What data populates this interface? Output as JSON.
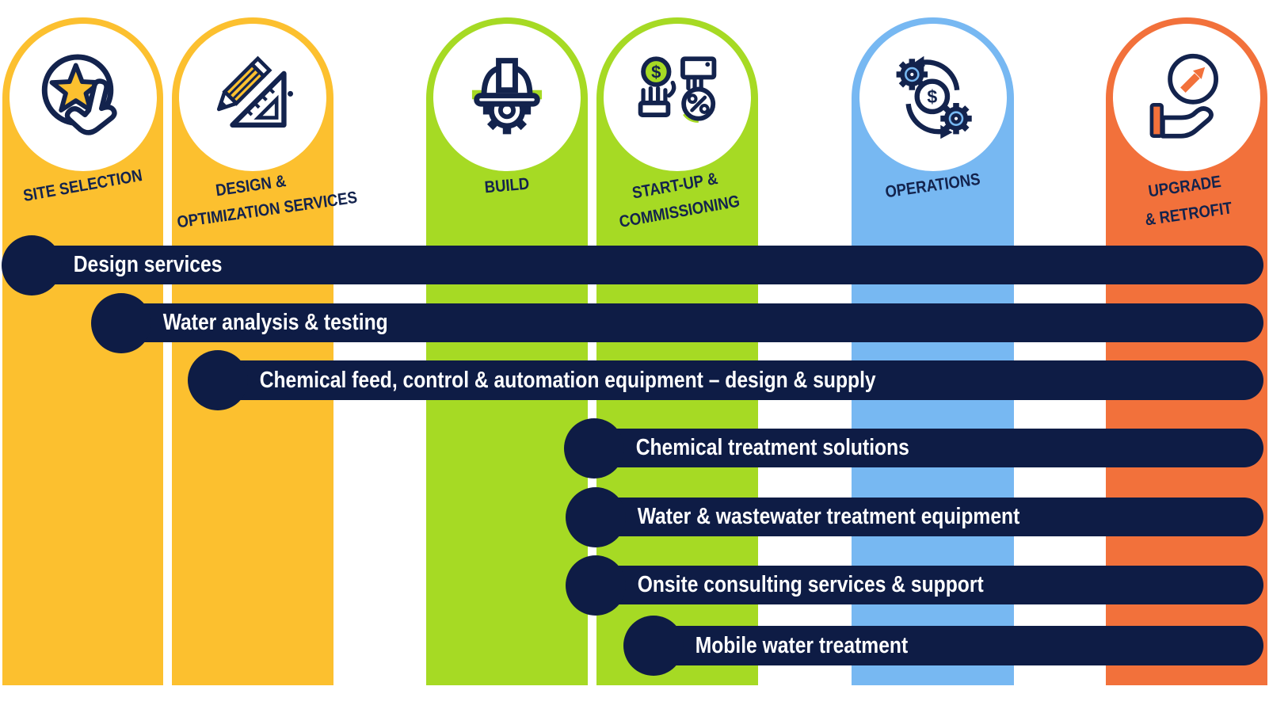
{
  "title": "Water treatment project lifecycle services diagram",
  "colors": {
    "column_yellow": "#FCC02F",
    "column_green": "#A6DA24",
    "column_blue": "#77B8F2",
    "column_orange": "#F2713B",
    "bar_navy": "#0E1C45",
    "label_navy": "#13234D",
    "bar_text_white": "#FFFFFF"
  },
  "columns": [
    {
      "id": "site-selection",
      "lines": [
        "SITE SELECTION"
      ],
      "color": "#FCC02F",
      "icon": "star-tap-icon"
    },
    {
      "id": "design-optimization",
      "lines": [
        "DESIGN &",
        "OPTIMIZATION SERVICES"
      ],
      "color": "#FCC02F",
      "icon": "pencil-ruler-icon"
    },
    {
      "id": "build",
      "lines": [
        "BUILD"
      ],
      "color": "#A6DA24",
      "icon": "hardhat-gear-icon"
    },
    {
      "id": "startup-commissioning",
      "lines": [
        "START-UP &",
        "COMMISSIONING"
      ],
      "color": "#A6DA24",
      "icon": "money-hands-icon"
    },
    {
      "id": "operations",
      "lines": [
        "OPERATIONS"
      ],
      "color": "#77B8F2",
      "icon": "gears-dollar-cycle-icon"
    },
    {
      "id": "upgrade-retrofit",
      "lines": [
        "UPGRADE",
        "& RETROFIT"
      ],
      "color": "#F2713B",
      "icon": "hand-growth-arrow-icon"
    }
  ],
  "bars": [
    {
      "label": "Design services"
    },
    {
      "label": "Water analysis & testing"
    },
    {
      "label": "Chemical feed, control & automation equipment – design & supply"
    },
    {
      "label": "Chemical treatment solutions"
    },
    {
      "label": "Water & wastewater treatment equipment"
    },
    {
      "label": "Onsite consulting services & support"
    },
    {
      "label": "Mobile water treatment"
    }
  ]
}
